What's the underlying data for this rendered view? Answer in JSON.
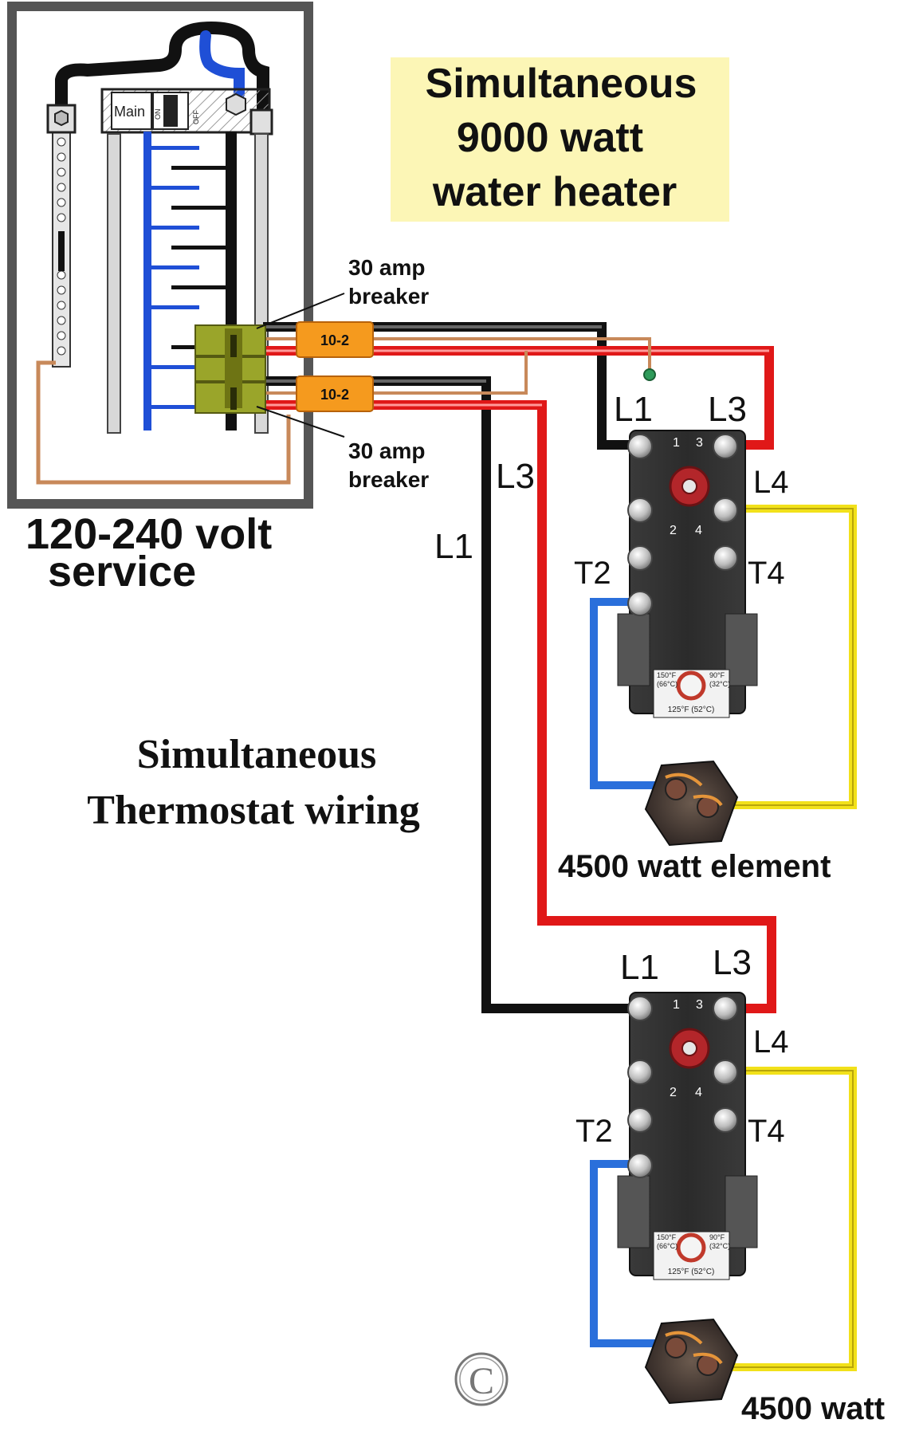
{
  "title": {
    "line1": "Simultaneous",
    "line2": "9000 watt",
    "line3": "water heater"
  },
  "subtitle": {
    "line1": "Simultaneous",
    "line2": "Thermostat wiring"
  },
  "service": {
    "line1": "120-240 volt",
    "line2": "service"
  },
  "panel": {
    "main_label": "Main",
    "on_label": "ON",
    "off_label": "OFF"
  },
  "breakers": {
    "upper_line1": "30 amp",
    "upper_line2": "breaker",
    "lower_line1": "30 amp",
    "lower_line2": "breaker"
  },
  "cables": {
    "upper_label": "10-2",
    "lower_label": "10-2"
  },
  "wire_labels": {
    "l1": "L1",
    "l3": "L3"
  },
  "upper_thermostat": {
    "l1": "L1",
    "l3": "L3",
    "l4": "L4",
    "t2": "T2",
    "t4": "T4",
    "num1": "1",
    "num2": "2",
    "num3": "3",
    "num4": "4",
    "temp_left": "150°F",
    "temp_left_c": "(66°C)",
    "temp_right": "90°F",
    "temp_right_c": "(32°C)",
    "temp_bottom": "125°F (52°C)"
  },
  "lower_thermostat": {
    "l1": "L1",
    "l3": "L3",
    "l4": "L4",
    "t2": "T2",
    "t4": "T4",
    "num1": "1",
    "num2": "2",
    "num3": "3",
    "num4": "4",
    "temp_left": "150°F",
    "temp_left_c": "(66°C)",
    "temp_right": "90°F",
    "temp_right_c": "(32°C)",
    "temp_bottom": "125°F (52°C)"
  },
  "upper_element_label": "4500 watt element",
  "lower_element_label": "4500 watt",
  "copyright": "C",
  "colors": {
    "hot_black": "#111111",
    "hot_red": "#e01818",
    "ground_copper": "#c8895a",
    "neutral_blue": "#2a6fdb",
    "element_yellow": "#f2e11a",
    "breaker_green": "#9aa52a",
    "cable_orange": "#f59a1e",
    "title_bg": "#fcf6b6",
    "panel_gray": "#555555"
  }
}
